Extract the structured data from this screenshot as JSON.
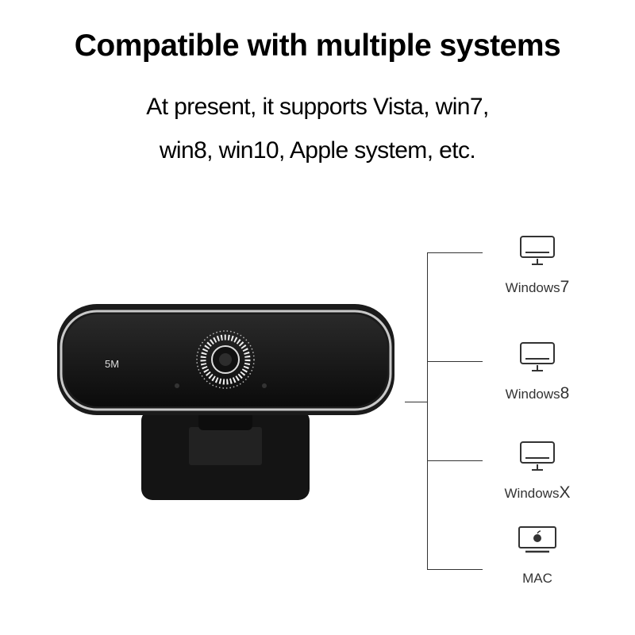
{
  "header": {
    "title": "Compatible with multiple systems",
    "subtitle_line1": "At present, it supports Vista, win7,",
    "subtitle_line2": "win8, win10, Apple system, etc."
  },
  "product": {
    "camera_label": "5M"
  },
  "systems": [
    {
      "name": "Windows",
      "suffix": "7",
      "icon": "monitor-icon"
    },
    {
      "name": "Windows",
      "suffix": "8",
      "icon": "monitor-icon"
    },
    {
      "name": "Windows",
      "suffix": "X",
      "icon": "monitor-icon"
    },
    {
      "name": "MAC",
      "suffix": "",
      "icon": "apple-monitor-icon"
    }
  ]
}
